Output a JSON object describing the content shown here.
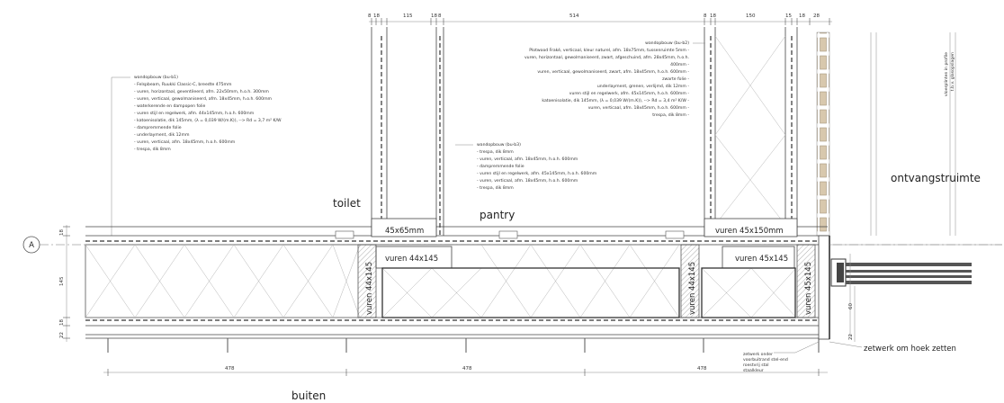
{
  "rooms": {
    "toilet": "toilet",
    "pantry": "pantry",
    "ontvangstruimte": "ontvangstruimte",
    "buiten": "buiten"
  },
  "grid_axis": "A",
  "beams": {
    "b1": "45x65mm",
    "b2": "vuren 45x150mm",
    "b3": "vuren 44x145",
    "b4": "vuren 45x145",
    "v1": "vuren 44x145",
    "v2": "vuren 44x145",
    "v3": "vuren 45x145"
  },
  "annotation_left": {
    "lines": [
      "wandopbouw (bu-b1)",
      "- Felspbeam, Ruukki Classic-C, breedte 475mm",
      "- vuren, horizontaal, geventileerd, afm. 22x50mm, h.o.h. 300mm",
      "- vuren, verticaal, gewolmaniseerd, afm. 18x45mm, h.o.h. 600mm",
      "- waterkerende en dampopen folie",
      "- vuren stijl en regelwerk, afm. 44x145mm, h.o.h. 600mm",
      "- katoenisolatie, dik 145mm, (λ = 0,039 W/(m.K)), --> Rd = 3,7 m² K/W",
      "- dampremmende folie",
      "- underlayment, dik 12mm",
      "- vuren, verticaal, afm. 18x45mm, h.o.h. 600mm",
      "- trespa, dik 8mm"
    ]
  },
  "annotation_right": {
    "lines": [
      "wandopbouw (bu-b2)",
      "Plotwood Fraké, verticaal, kleur naturel, afm. 18x75mm, tussenruimte 5mm -",
      "vuren, horizontaal, gewolmaniseerd, zwart, afgeschuind, afm. 28x45mm, h.o.h.",
      "400mm -",
      "vuren, verticaal, gewolmaniseerd, zwart, afm. 18x45mm, h.o.h. 600mm -",
      "zwarte folie -",
      "underlayment, grenen, verlijmd, dik 12mm -",
      "vuren stijl en regelwerk, afm. 45x145mm, h.o.h. 600mm -",
      "katoenisolatie, dik 145mm, (λ = 0,039 W/(m.K)), --> Rd = 3,4 m² K/W -",
      "vuren, verticaal, afm. 18x45mm, h.o.h. 600mm -",
      "trespa, dik 8mm -"
    ]
  },
  "annotation_middle": {
    "lines": [
      "wandopbouw (bu-b3)",
      "- trespa, dik 8mm",
      "- vuren, verticaal, afm. 18x45mm, h.o.h. 600mm",
      "- dampremmende folie",
      "- vuren stijl en regelwerk, afm. 45x145mm, h.o.h. 600mm",
      "- vuren, verticaal, afm. 18x45mm, h.o.h. 600mm",
      "- trespa, dik 8mm"
    ]
  },
  "side_note": [
    "vloerplinten in profile",
    "t.b.v. glasopslagen"
  ],
  "zetwerk": "zetwerk om hoek zetten",
  "small_note": [
    "zetwerk onder",
    "voorbuitrand stel-end",
    "roestvrij stal",
    "staalkleur"
  ],
  "dimensions": {
    "top": [
      "8",
      "18",
      "115",
      "18",
      "8",
      "514",
      "8",
      "18",
      "150",
      "15",
      "18",
      "28"
    ],
    "left": [
      "18",
      "145",
      "18",
      "22"
    ],
    "bottom": [
      "478",
      "478",
      "478"
    ],
    "right": [
      "60",
      "22"
    ]
  }
}
